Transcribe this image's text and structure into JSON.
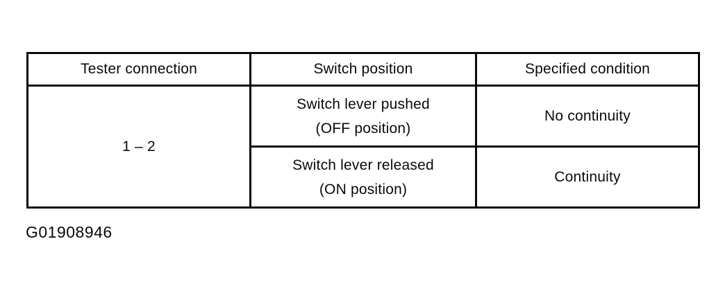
{
  "table": {
    "headers": {
      "tester_connection": "Tester connection",
      "switch_position": "Switch position",
      "specified_condition": "Specified condition"
    },
    "tester_connection_value": "1 – 2",
    "rows": [
      {
        "switch_position_line1": "Switch lever pushed",
        "switch_position_line2": "(OFF position)",
        "specified_condition": "No continuity"
      },
      {
        "switch_position_line1": "Switch lever released",
        "switch_position_line2": "(ON position)",
        "specified_condition": "Continuity"
      }
    ]
  },
  "caption": "G01908946",
  "colors": {
    "border": "#0a0a0a",
    "background": "#ffffff",
    "text": "#0a0a0a"
  }
}
